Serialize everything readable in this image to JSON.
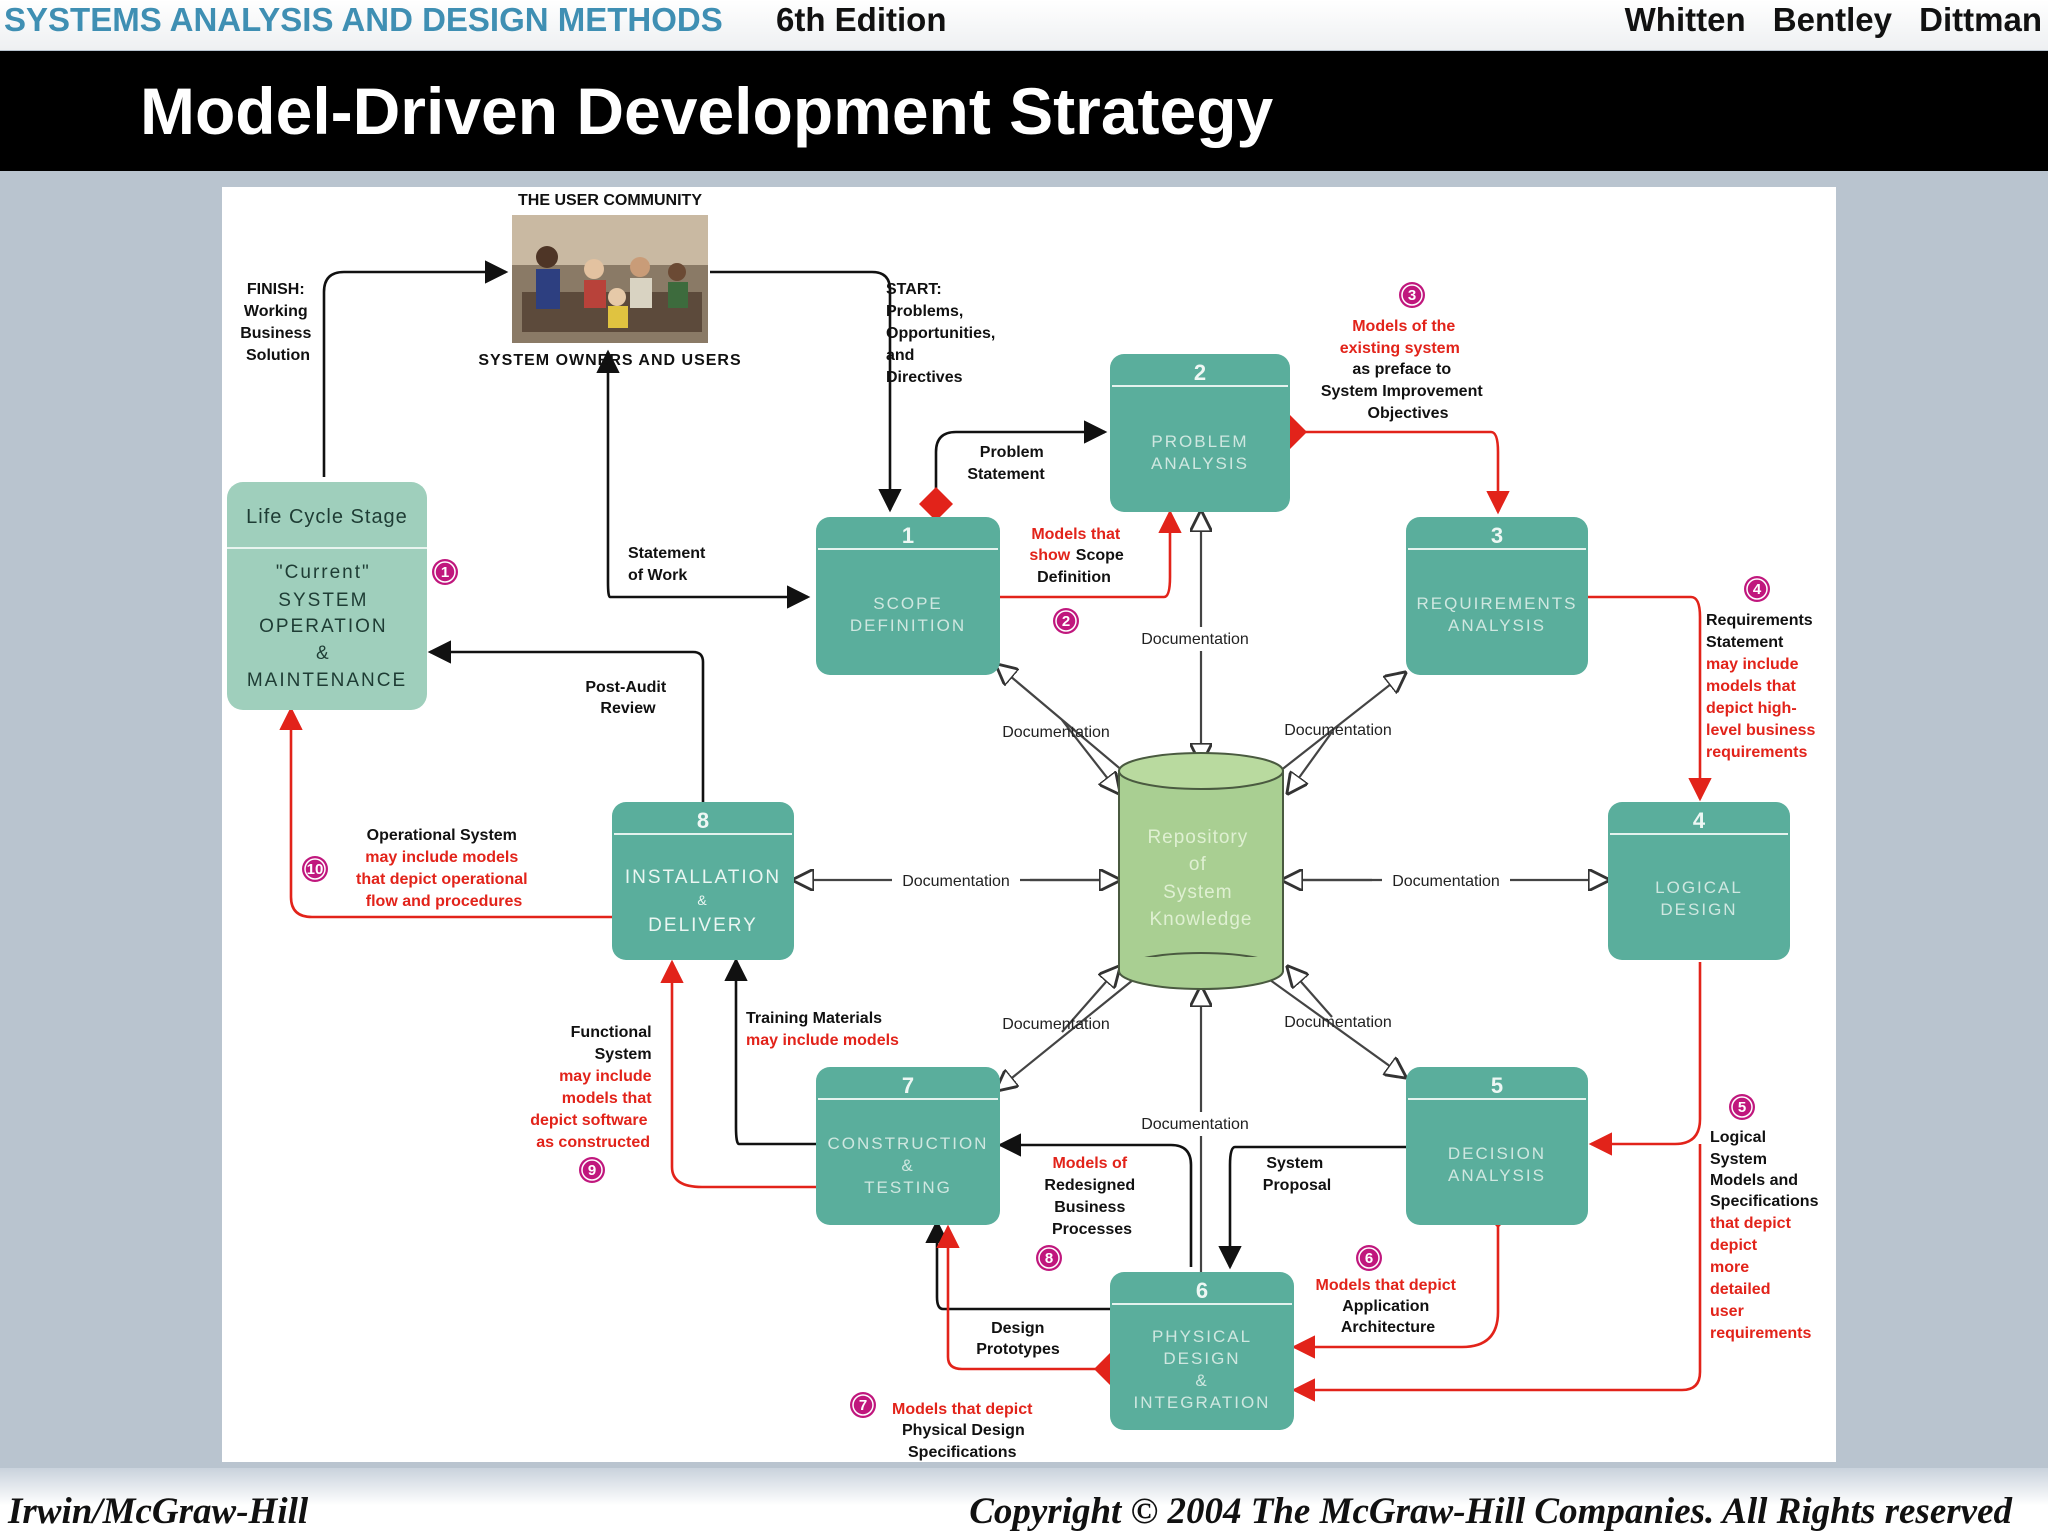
{
  "header": {
    "book_title": "SYSTEMS ANALYSIS AND DESIGN METHODS",
    "edition": "6th Edition",
    "authors": "Whitten Bentley Dittman"
  },
  "slide_title": "Model-Driven Development Strategy",
  "footer": {
    "publisher": "Irwin/McGraw-Hill",
    "copyright": "Copyright © 2004 The McGraw-Hill Companies. All Rights reserved"
  },
  "colors": {
    "box": "#5aae9c",
    "repository": "#a9cf92",
    "red": "#e2231a",
    "badge": "#c0177d"
  },
  "community": {
    "title": "THE USER COMMUNITY",
    "caption": "SYSTEM OWNERS AND USERS"
  },
  "lifecycle": {
    "header": "Life Cycle Stage",
    "lines": [
      "\"Current\"",
      "SYSTEM",
      "OPERATION",
      "&",
      "MAINTENANCE"
    ]
  },
  "repository": {
    "lines": [
      "Repository",
      "of",
      "System",
      "Knowledge"
    ]
  },
  "phases": [
    {
      "num": "1",
      "lines": [
        "SCOPE",
        "DEFINITION"
      ]
    },
    {
      "num": "2",
      "lines": [
        "PROBLEM",
        "ANALYSIS"
      ]
    },
    {
      "num": "3",
      "lines": [
        "REQUIREMENTS",
        "ANALYSIS"
      ]
    },
    {
      "num": "4",
      "lines": [
        "LOGICAL",
        "DESIGN"
      ]
    },
    {
      "num": "5",
      "lines": [
        "DECISION",
        "ANALYSIS"
      ]
    },
    {
      "num": "6",
      "lines": [
        "PHYSICAL",
        "DESIGN",
        "&",
        "INTEGRATION"
      ]
    },
    {
      "num": "7",
      "lines": [
        "CONSTRUCTION",
        "&",
        "TESTING"
      ]
    },
    {
      "num": "8",
      "lines": [
        "INSTALLATION",
        "&",
        "DELIVERY"
      ]
    }
  ],
  "badges": [
    "1",
    "2",
    "3",
    "4",
    "5",
    "6",
    "7",
    "8",
    "9",
    "10"
  ],
  "documentation_label": "Documentation",
  "labels": {
    "finish": [
      "FINISH:",
      "Working",
      "Business",
      "Solution"
    ],
    "start": [
      "START:",
      "Problems,",
      "Opportunities,",
      "and",
      "Directives"
    ],
    "statement_of_work": [
      "Statement",
      "of Work"
    ],
    "problem_statement": [
      "Problem",
      "Statement"
    ],
    "post_audit": [
      "Post-Audit",
      "Review"
    ],
    "scope_models_red": [
      "Models that",
      "show"
    ],
    "scope_models_black": [
      "Scope",
      "Definition"
    ],
    "existing_red": [
      "Models of the",
      "existing system"
    ],
    "existing_black": [
      "as preface to",
      "System Improvement",
      "Objectives"
    ],
    "req_black": [
      "Requirements",
      "Statement"
    ],
    "req_red": [
      "may include",
      "models that",
      "depict high-",
      "level business",
      "requirements"
    ],
    "operational_black": [
      "Operational System"
    ],
    "operational_red": [
      "may include models",
      "that depict operational",
      "flow and procedures"
    ],
    "functional_black": [
      "Functional",
      "System"
    ],
    "functional_red": [
      "may include",
      "models that",
      "depict software",
      "as constructed"
    ],
    "training_black": [
      "Training Materials"
    ],
    "training_red": [
      "may include models"
    ],
    "redesigned_red": [
      "Models of"
    ],
    "redesigned_black": [
      "Redesigned",
      "Business",
      "Processes"
    ],
    "system_proposal": [
      "System",
      "Proposal"
    ],
    "app_arch_red": [
      "Models that depict"
    ],
    "app_arch_black": [
      "Application",
      "Architecture"
    ],
    "logical_black": [
      "Logical",
      "System",
      "Models and",
      "Specifications"
    ],
    "logical_red": [
      "that depict",
      "depict",
      "more",
      "detailed",
      "user",
      "requirements"
    ],
    "design_prototypes": [
      "Design",
      "Prototypes"
    ],
    "physical_red": [
      "Models that depict"
    ],
    "physical_black": [
      "Physical Design",
      "Specifications"
    ]
  }
}
